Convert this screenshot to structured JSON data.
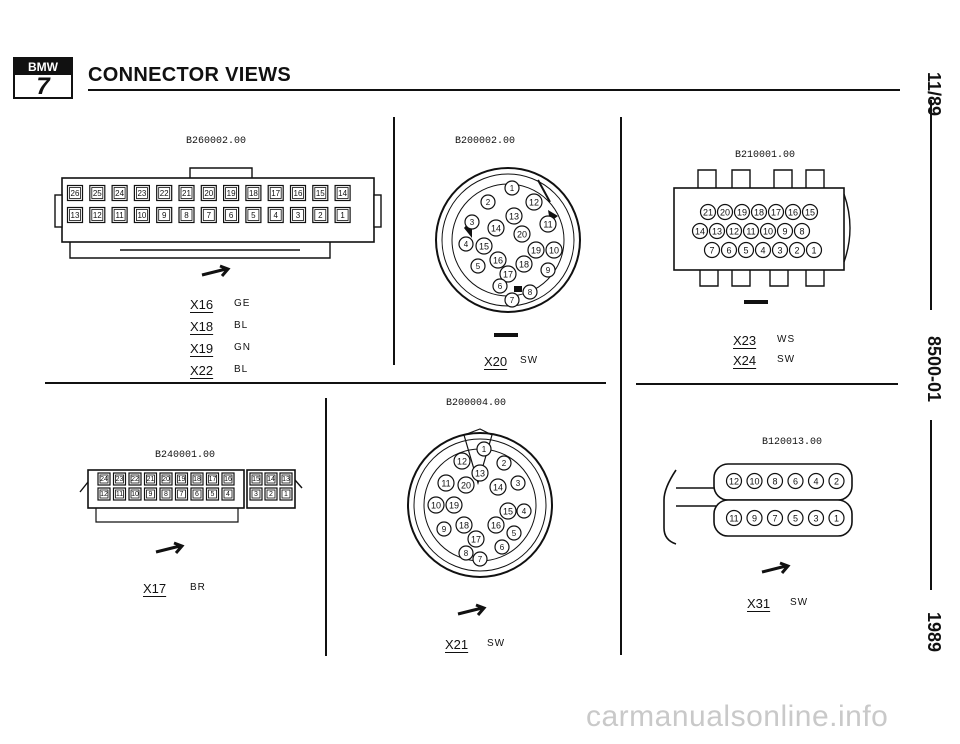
{
  "header": {
    "logo_text": "BMW",
    "logo_number": "7",
    "title": "CONNECTOR VIEWS"
  },
  "side_labels": {
    "date": "11/89",
    "code": "8500-01",
    "year": "1989"
  },
  "connectors": {
    "c1": {
      "part": "B260002.00",
      "codes": [
        {
          "id": "X16",
          "color": "GE"
        },
        {
          "id": "X18",
          "color": "BL"
        },
        {
          "id": "X19",
          "color": "GN"
        },
        {
          "id": "X22",
          "color": "BL"
        }
      ],
      "pins_top": [
        "26",
        "25",
        "24",
        "23",
        "22",
        "21",
        "20",
        "19",
        "18",
        "17",
        "16",
        "15",
        "14"
      ],
      "pins_bottom": [
        "13",
        "12",
        "11",
        "10",
        "9",
        "8",
        "7",
        "6",
        "5",
        "4",
        "3",
        "2",
        "1"
      ]
    },
    "c2": {
      "part": "B200002.00",
      "codes": [
        {
          "id": "X20",
          "color": "SW"
        }
      ],
      "pins": [
        "1",
        "2",
        "3",
        "4",
        "5",
        "6",
        "7",
        "8",
        "9",
        "10",
        "11",
        "12",
        "13",
        "14",
        "15",
        "16",
        "17",
        "18",
        "19",
        "20"
      ]
    },
    "c3": {
      "part": "B210001.00",
      "codes": [
        {
          "id": "X23",
          "color": "WS"
        },
        {
          "id": "X24",
          "color": "SW"
        }
      ],
      "pins_row1": [
        "21",
        "20",
        "19",
        "18",
        "17",
        "16",
        "15"
      ],
      "pins_row2": [
        "14",
        "13",
        "12",
        "11",
        "10",
        "9",
        "8"
      ],
      "pins_row3": [
        "7",
        "6",
        "5",
        "4",
        "3",
        "2",
        "1"
      ]
    },
    "c4": {
      "part": "B240001.00",
      "codes": [
        {
          "id": "X17",
          "color": "BR"
        }
      ],
      "pins_left_top": [
        "24",
        "23",
        "22",
        "21",
        "20",
        "19",
        "18",
        "17",
        "16"
      ],
      "pins_left_bottom": [
        "12",
        "11",
        "10",
        "9",
        "8",
        "7",
        "6",
        "5",
        "4"
      ],
      "pins_right_top": [
        "15",
        "14",
        "13"
      ],
      "pins_right_bottom": [
        "3",
        "2",
        "1"
      ]
    },
    "c5": {
      "part": "B200004.00",
      "codes": [
        {
          "id": "X21",
          "color": "SW"
        }
      ],
      "pins": [
        "1",
        "2",
        "3",
        "4",
        "5",
        "6",
        "7",
        "8",
        "9",
        "10",
        "11",
        "12",
        "13",
        "14",
        "15",
        "16",
        "17",
        "18",
        "19",
        "20"
      ]
    },
    "c6": {
      "part": "B120013.00",
      "codes": [
        {
          "id": "X31",
          "color": "SW"
        }
      ],
      "pins_top": [
        "12",
        "10",
        "8",
        "6",
        "4",
        "2"
      ],
      "pins_bottom": [
        "11",
        "9",
        "7",
        "5",
        "3",
        "1"
      ]
    }
  },
  "watermark": "carmanualsonline.info"
}
